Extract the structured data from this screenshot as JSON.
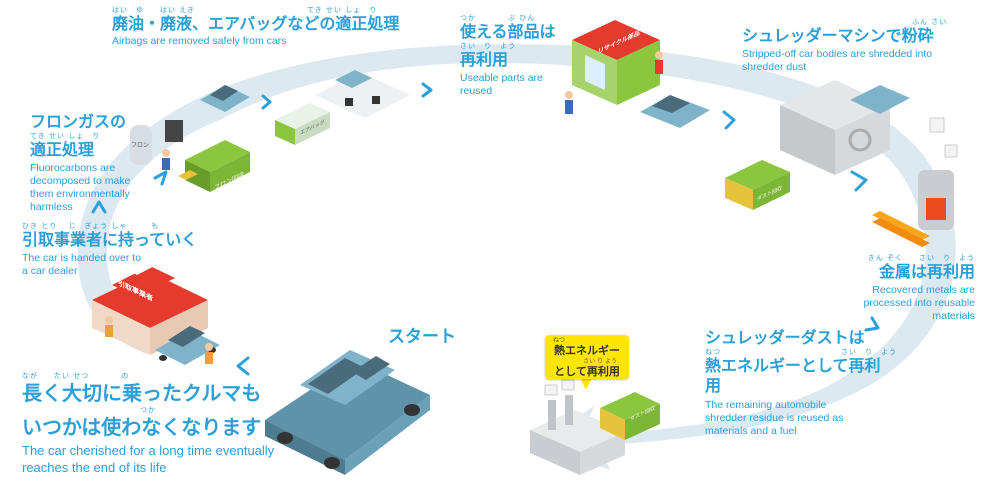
{
  "steps": {
    "start": {
      "label": "スタート",
      "ruby": "なが　　たい せつ　　　　の",
      "title_line1": "長く大切に乗ったクルマも",
      "ruby2": "つか",
      "title_line2": "いつかは使わなくなります",
      "en": "The car cherished for a long time eventually reaches the end of its life"
    },
    "dealer": {
      "ruby": "ひき とり　 じ　ぎょう しゃ　　　も",
      "title": "引取事業者に持っていく",
      "en": "The car is handed over to a car dealer",
      "sign": "引取事業者"
    },
    "fluorocarbon": {
      "title_line1": "フロンガスの",
      "ruby": "てき せい しょ　り",
      "title_line2": "適正処理",
      "en": "Fluorocarbons are decomposed to make them environmentally harmless",
      "tank_label": "フロン",
      "truck_label": "フロン回収"
    },
    "airbag": {
      "ruby": "はい　ゆ　　はい えき　　　　　　　　　　　　　　てき せい しょ　り",
      "title": "廃油・廃液、エアバッグなどの適正処理",
      "en": "Airbags are removed safely from cars",
      "truck_label": "エアバッグ"
    },
    "parts": {
      "ruby": "つか　　　　ぶ ひん",
      "title_line1": "使える部品は",
      "ruby2": "さい　り　よう",
      "title_line2": "再利用",
      "en": "Useable parts are reused",
      "shop_sign": "リサイクル部品"
    },
    "shredder": {
      "ruby": "ふん さい",
      "title": "シュレッダーマシンで粉砕",
      "en": "Stripped-off car bodies are shredded into shredder dust",
      "truck_label": "ダスト回収"
    },
    "metal": {
      "ruby": "きん ぞく　　さい　り　よう",
      "title": "金属は再利用",
      "en": "Recovered metals are processed into reusable materials"
    },
    "dust": {
      "title_line1": "シュレッダーダストは",
      "ruby": "ねつ　　　　　　　　　　　　　　　さい　り　よう",
      "title_line2": "熱エネルギーとして再利用",
      "en": "The remaining automobile shredder residue is reused as materials and a fuel",
      "truck_label": "ダスト回収"
    },
    "callout": {
      "ruby1": "ねつ",
      "line1": "熱エネルギー",
      "ruby2": "さい り よう",
      "line2": "として再利用"
    }
  },
  "colors": {
    "accent": "#2a9fd8",
    "ring": "#dde9f1",
    "car": "#7fb3c9",
    "truck_green": "#8cc63f",
    "shop_red": "#e53b2e",
    "callout": "#ffe600"
  }
}
